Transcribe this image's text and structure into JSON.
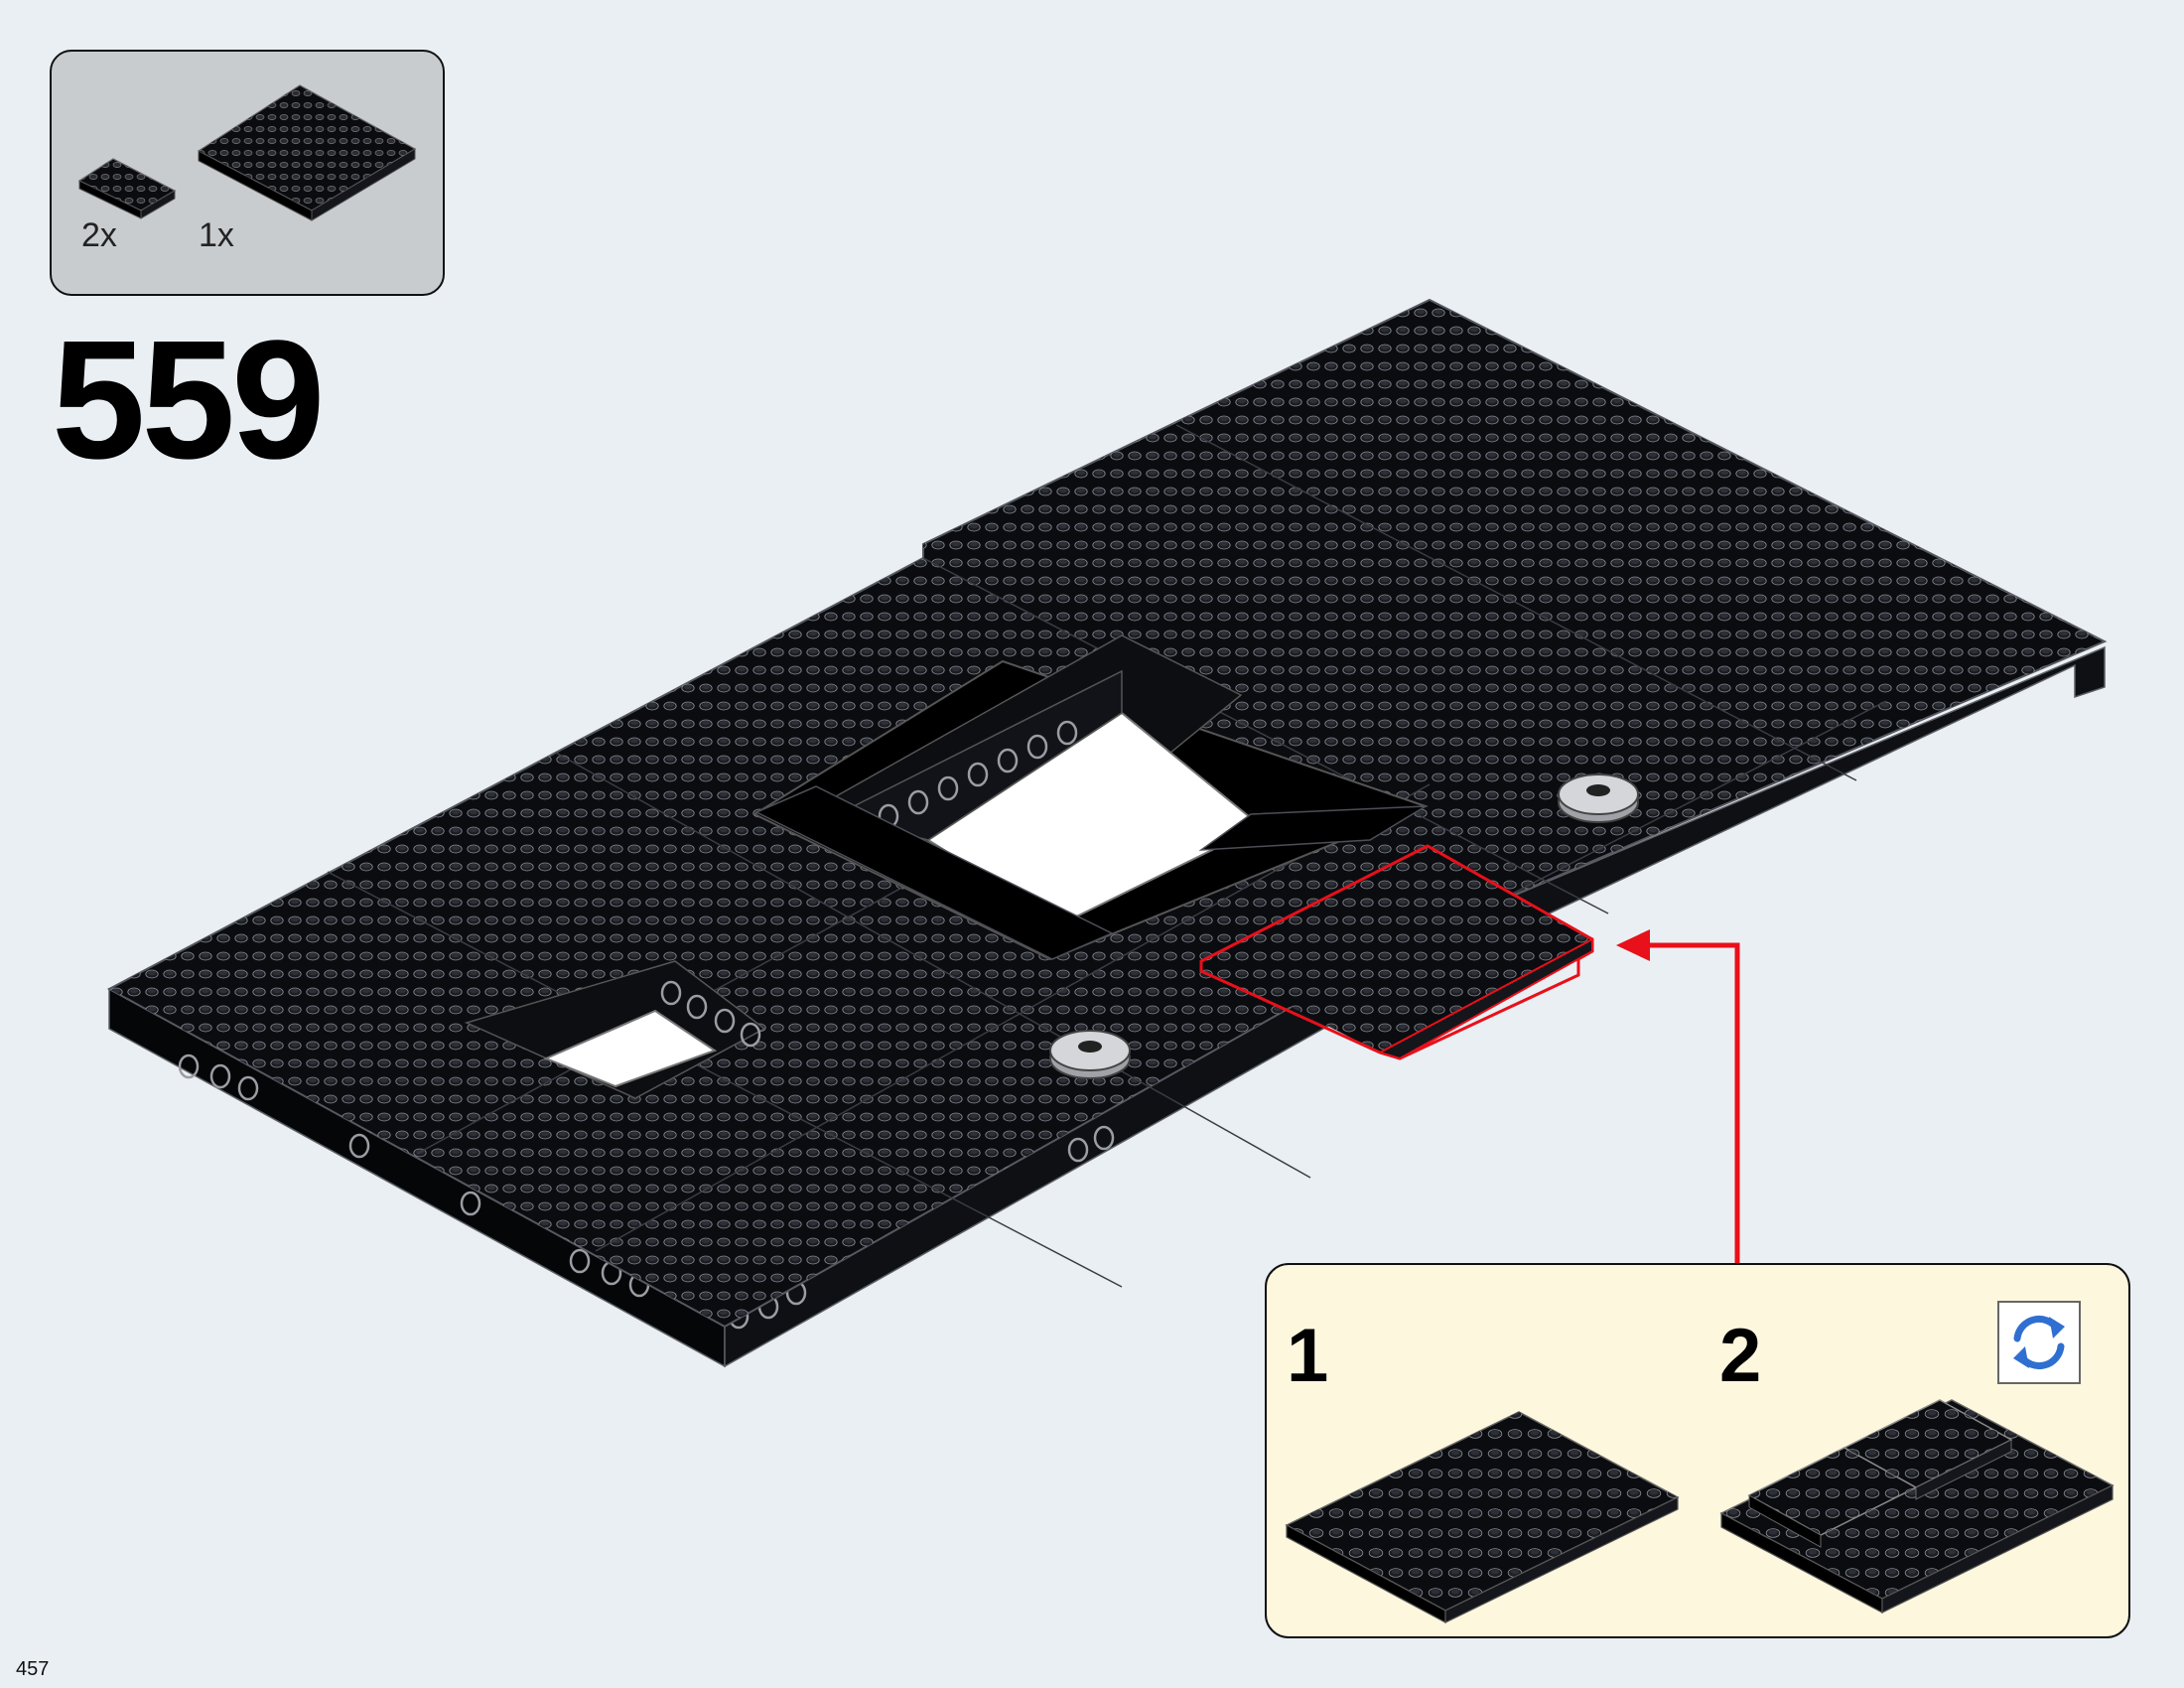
{
  "parts_list": {
    "items": [
      {
        "part": "plate-2x2",
        "quantity": "2x"
      },
      {
        "part": "plate-4x6",
        "quantity": "1x"
      }
    ]
  },
  "step": {
    "number": "559"
  },
  "callout": {
    "steps": [
      {
        "number": "1"
      },
      {
        "number": "2"
      }
    ],
    "icon": "rotate-model-icon"
  },
  "page": {
    "number": "457"
  },
  "colors": {
    "background": "#eaeff3",
    "brick": "#0b0c10",
    "parts_box": "#c9cccf",
    "callout_bg": "#fdf7de",
    "highlight": "#e8101a",
    "rotate_icon": "#2f6fd1"
  }
}
